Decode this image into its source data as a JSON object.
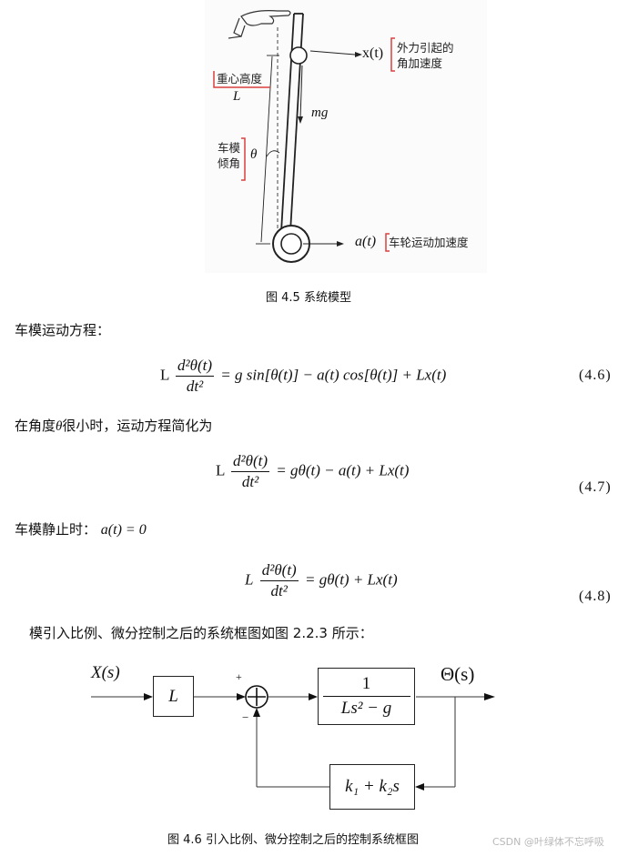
{
  "figure_4_5": {
    "labels": {
      "xt": "x(t)",
      "external_force": [
        "外力引起的",
        "角加速度"
      ],
      "cg_height": "重心高度",
      "L": "L",
      "mg": "mg",
      "tilt": [
        "车模",
        "倾角"
      ],
      "theta": "θ",
      "at": "a(t)",
      "wheel_accel": "车轮运动加速度"
    },
    "caption": "图 4.5 系统模型"
  },
  "text": {
    "motion_eq_intro": "车模运动方程：",
    "small_angle_intro_prefix": "在角度",
    "small_angle_theta": "θ",
    "small_angle_intro_suffix": "很小时，运动方程简化为",
    "static_intro": "车模静止时：",
    "static_cond": "a(t) = 0",
    "block_intro": "模引入比例、微分控制之后的系统框图如图 2.2.3 所示："
  },
  "equations": [
    {
      "lhs_coef": "L",
      "num": "d²θ(t)",
      "den": "dt²",
      "rhs": "= g sin[θ(t)] − a(t) cos[θ(t)] + Lx(t)",
      "number": "(4.6)"
    },
    {
      "lhs_coef": "L",
      "num": "d²θ(t)",
      "den": "dt²",
      "rhs": "= gθ(t) − a(t) + Lx(t)",
      "number": "(4.7)"
    },
    {
      "lhs_coef": "L",
      "num": "d²θ(t)",
      "den": "dt²",
      "rhs": "= gθ(t) + Lx(t)",
      "number": "(4.8)"
    }
  ],
  "figure_4_6": {
    "input": "X(s)",
    "gain_block": "L",
    "plus": "+",
    "minus": "−",
    "plant_num": "1",
    "plant_den": "Ls² − g",
    "output": "Θ(s)",
    "feedback": "k₁ + k₂s",
    "caption": "图 4.6 引入比例、微分控制之后的控制系统框图"
  },
  "watermark": "CSDN @叶绿体不忘呼吸"
}
